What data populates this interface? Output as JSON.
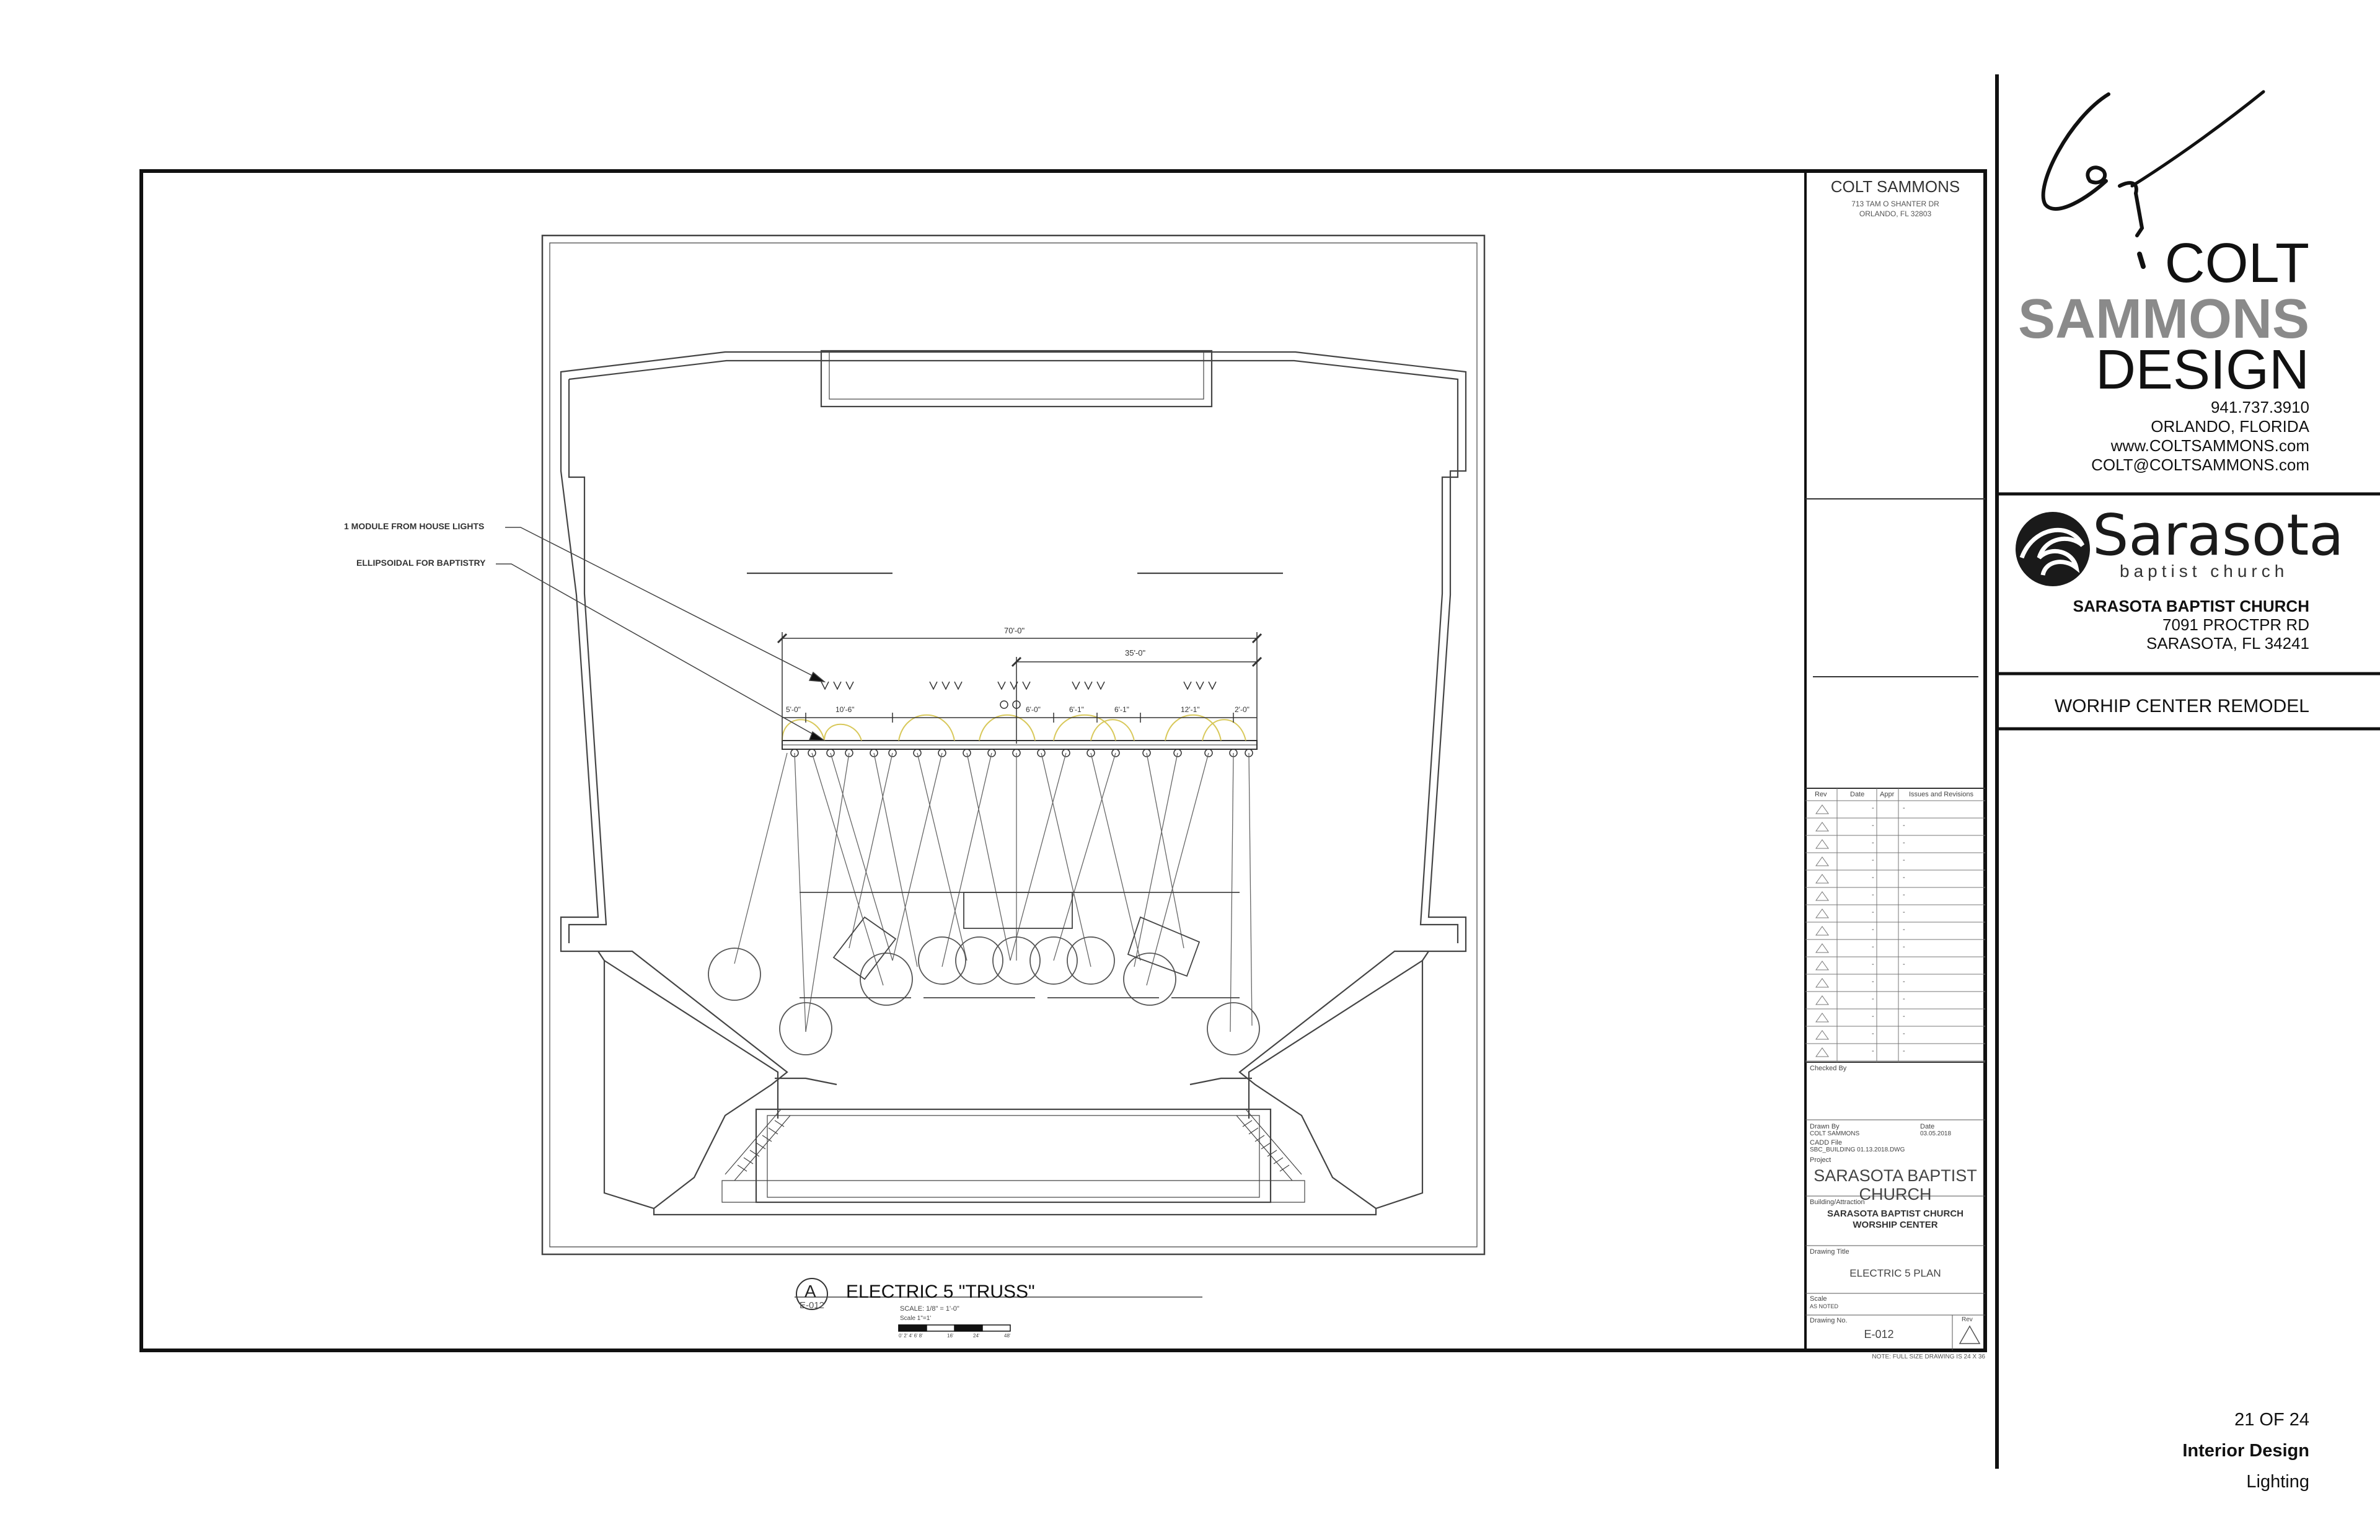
{
  "sidebar": {
    "company_line1": "COLT",
    "company_line2": "SAMMONS",
    "company_line3": "DESIGN",
    "phone": "941.737.3910",
    "city": "ORLANDO, FLORIDA",
    "website": "www.COLTSAMMONS.com",
    "email": "COLT@COLTSAMMONS.com",
    "client_logo_word": "Sarasota",
    "client_logo_sub": "baptist church",
    "client_name": "SARASOTA BAPTIST CHURCH",
    "client_street": "7091 PROCTPR RD",
    "client_city": "SARASOTA, FL 34241",
    "project_title": "WORHIP CENTER REMODEL",
    "page_count": "21 OF 24",
    "category": "Interior Design",
    "subcategory": "Lighting"
  },
  "title_block": {
    "firm": "COLT SAMMONS",
    "address1": "713 TAM O SHANTER DR",
    "address2": "ORLANDO, FL 32803",
    "revision_headers": [
      "Rev",
      "Date",
      "Appr",
      "Issues and Revisions"
    ],
    "revision_row_count": 15,
    "revision_dash": "-",
    "checked_by_label": "Checked By",
    "drawn_by_label": "Drawn By",
    "drawn_by": "COLT SAMMONS",
    "date_label": "Date",
    "date": "03.05.2018",
    "cad_file_label": "CADD File",
    "cad_file": "SBC_BUILDING 01.13.2018.DWG",
    "project_label": "Project",
    "project_name_line1": "SARASOTA BAPTIST",
    "project_name_line2": "CHURCH",
    "building_label": "Building/Attraction",
    "building_line1": "SARASOTA BAPTIST CHURCH",
    "building_line2": "WORSHIP CENTER",
    "drawing_title_label": "Drawing Title",
    "drawing_title": "ELECTRIC 5 PLAN",
    "scale_label": "Scale",
    "scale_value": "AS NOTED",
    "drawing_no_label": "Drawing No.",
    "drawing_no": "E-012",
    "rev_label": "Rev",
    "note": "NOTE: FULL SIZE DRAWING IS 24 X 36"
  },
  "plan": {
    "callout_letter": "A",
    "callout_sheet": "E-012",
    "title": "ELECTRIC 5 \"TRUSS\"",
    "scale_text": "SCALE: 1/8\" = 1'-0\"",
    "scale_bar_label": "Scale 1\"=1'",
    "scale_ticks": [
      "0' 2' 4' 6' 8'",
      "16'",
      "24'",
      "48'"
    ],
    "annotation_house_lights": "1 MODULE FROM HOUSE LIGHTS",
    "annotation_baptistry": "ELLIPSOIDAL FOR BAPTISTRY",
    "dim_overall": "70'-0\"",
    "dim_right": "35'-0\"",
    "dims_segments": [
      "5'-0\"",
      "10'-6\"",
      "6'-0\"",
      "6'-1\"",
      "6'-1\"",
      "12'-1\"",
      "2'-0\""
    ]
  }
}
